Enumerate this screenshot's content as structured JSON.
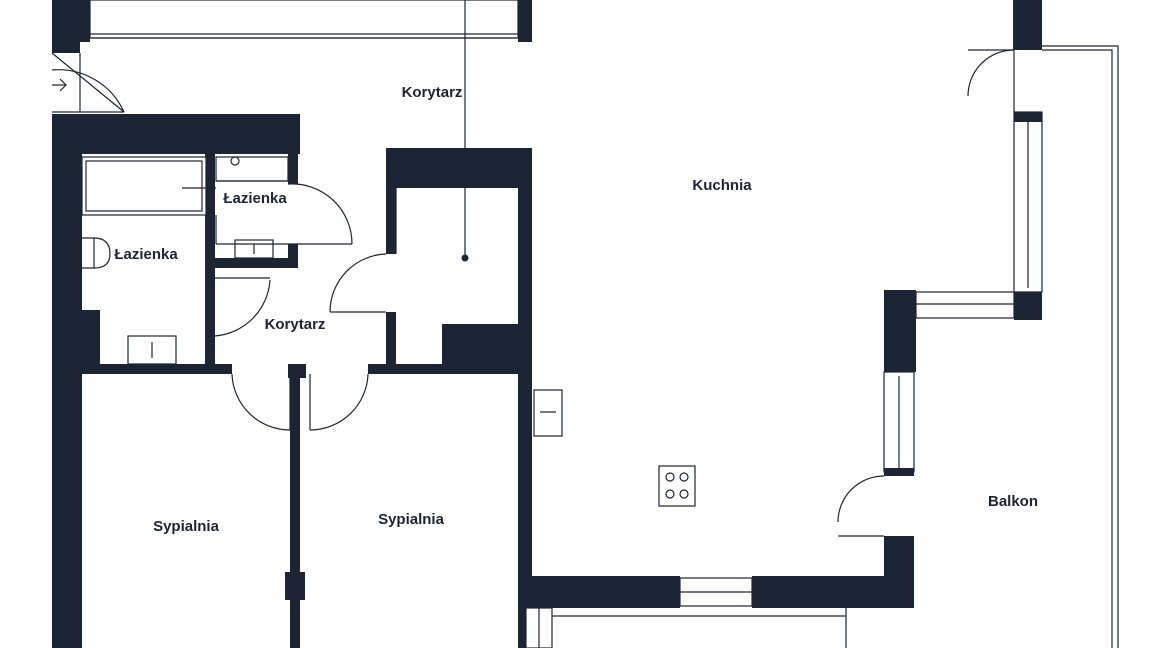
{
  "plan": {
    "colors": {
      "wall": "#1d2433",
      "background": "#ffffff"
    },
    "rooms": {
      "corridor_top": "Korytarz",
      "kitchen": "Kuchnia",
      "bathroom_small": "Łazienka",
      "bathroom_large": "Łazienka",
      "corridor_middle": "Korytarz",
      "bedroom_left": "Sypialnia",
      "bedroom_right": "Sypialnia",
      "balcony": "Balkon"
    },
    "icons": {
      "entrance": "arrow-right-icon",
      "cooktop": "cooktop-icon",
      "sink": "sink-icon",
      "bathtub": "bathtub-icon",
      "toilet": "toilet-icon",
      "shower": "shower-icon"
    }
  }
}
